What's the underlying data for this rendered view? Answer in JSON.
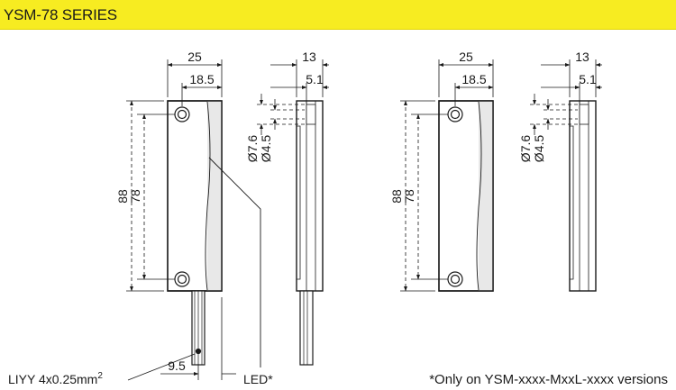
{
  "header": {
    "title": "YSM-78 SERIES",
    "bg_color": "#f7ec21"
  },
  "left_view": {
    "width_outer": "25",
    "width_inner": "18.5",
    "height_outer": "88",
    "height_inner": "78",
    "cable_offset": "9.5",
    "cable_label": "LIYY 4x0.25mm",
    "cable_label_sup": "2"
  },
  "left_side": {
    "depth": "13",
    "offset": "5.1",
    "dia_outer": "Ø7.6",
    "dia_inner": "Ø4.5",
    "led_label": "LED*"
  },
  "right_view": {
    "width_outer": "25",
    "width_inner": "18.5",
    "height_outer": "88",
    "height_inner": "78"
  },
  "right_side": {
    "depth": "13",
    "offset": "5.1",
    "dia_outer": "Ø7.6",
    "dia_inner": "Ø4.5"
  },
  "footnote": "*Only on YSM-xxxx-MxxL-xxxx versions"
}
